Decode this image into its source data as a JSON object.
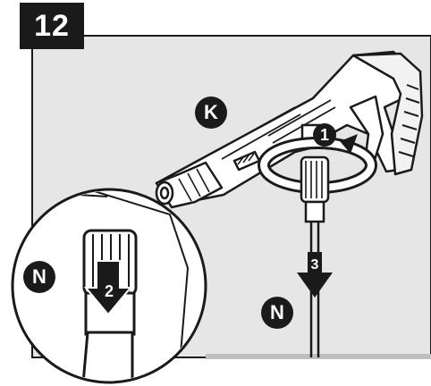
{
  "step_number": "12",
  "labels": {
    "gun": "K",
    "hose_main": "N",
    "hose_zoom": "N"
  },
  "arrows": {
    "rotate": "1",
    "push": "2",
    "pull": "3"
  },
  "colors": {
    "panel_bg": "#e6e6e6",
    "outline": "#1a1a1a",
    "badge": "#1a1a1a"
  }
}
